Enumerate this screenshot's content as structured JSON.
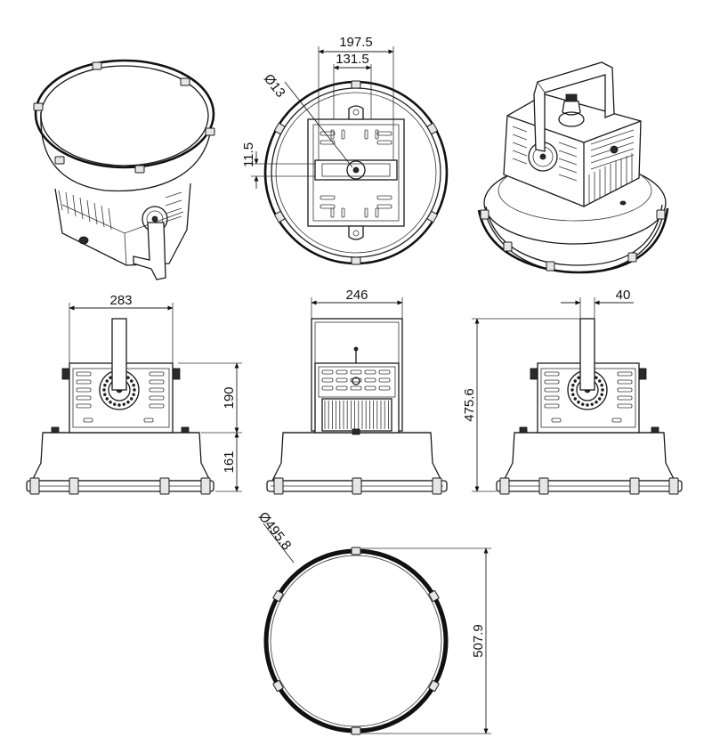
{
  "dimensions": {
    "top_outer_width": "197.5",
    "top_inner_width": "131.5",
    "top_hole_dia": "Ø13",
    "top_slot": "11.5",
    "front_width": "283",
    "front_upper_height": "190",
    "front_lower_height": "161",
    "side_width": "246",
    "right_bracket_width": "40",
    "total_height": "475.6",
    "ring_dia": "Ø495.8",
    "ring_overall": "507.9"
  }
}
